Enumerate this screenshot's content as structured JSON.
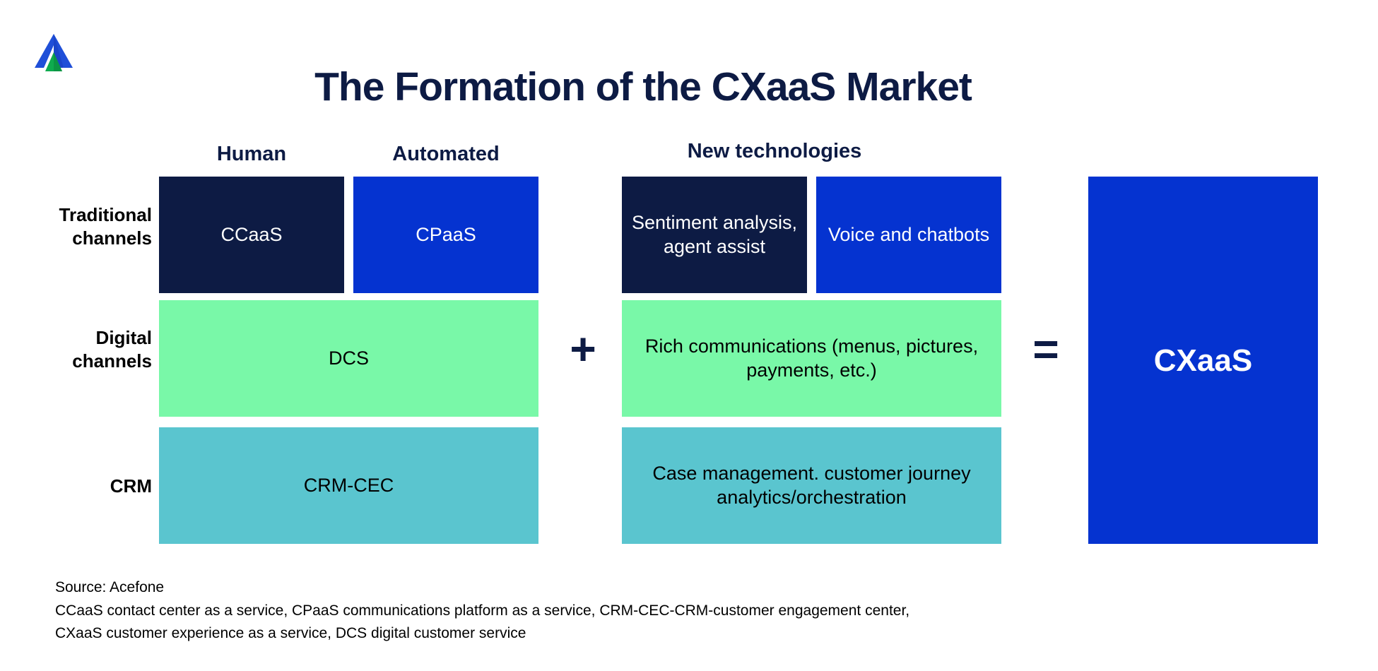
{
  "logo": {
    "name": "acefone-logo",
    "outer_color": "#1f4fd8",
    "inner_color": "#0eab4e"
  },
  "title": "The Formation of the CXaaS Market",
  "column_headers": [
    {
      "id": "human",
      "label": "Human"
    },
    {
      "id": "automated",
      "label": "Automated"
    },
    {
      "id": "newtech",
      "label": "New technologies"
    }
  ],
  "row_labels": [
    {
      "id": "traditional",
      "line1": "Traditional",
      "line2": "channels"
    },
    {
      "id": "digital",
      "line1": "Digital",
      "line2": "channels"
    },
    {
      "id": "crm",
      "line1": "CRM",
      "line2": ""
    }
  ],
  "boxes": {
    "ccaas": {
      "label": "CCaaS",
      "color": "#0d1b44",
      "text_color": "#ffffff"
    },
    "cpaas": {
      "label": "CPaaS",
      "color": "#0533d0",
      "text_color": "#ffffff"
    },
    "sentiment": {
      "label": "Sentiment analysis, agent assist",
      "color": "#0d1b44",
      "text_color": "#ffffff"
    },
    "voice": {
      "label": "Voice and chatbots",
      "color": "#0533d0",
      "text_color": "#ffffff"
    },
    "dcs": {
      "label": "DCS",
      "color": "#79f8a8",
      "text_color": "#000000"
    },
    "rich": {
      "label": "Rich communications (menus, pictures, payments, etc.)",
      "color": "#79f8a8",
      "text_color": "#000000"
    },
    "crmcec": {
      "label": "CRM-CEC",
      "color": "#5ac5cf",
      "text_color": "#000000"
    },
    "case": {
      "label": "Case management. customer journey analytics/orchestration",
      "color": "#5ac5cf",
      "text_color": "#000000"
    },
    "cxaas": {
      "label": "CXaaS",
      "color": "#0533d0",
      "text_color": "#ffffff"
    }
  },
  "operators": {
    "plus": "+",
    "equals": "="
  },
  "footnote": {
    "line1": "Source: Acefone",
    "line2": "CCaaS contact center as a service, CPaaS communications platform as a service, CRM-CEC-CRM-customer engagement center,",
    "line3": "CXaaS customer experience as a service, DCS digital customer service"
  },
  "colors": {
    "navy": "#0d1b44",
    "blue": "#0533d0",
    "green": "#79f8a8",
    "teal": "#5ac5cf",
    "background": "#ffffff"
  }
}
